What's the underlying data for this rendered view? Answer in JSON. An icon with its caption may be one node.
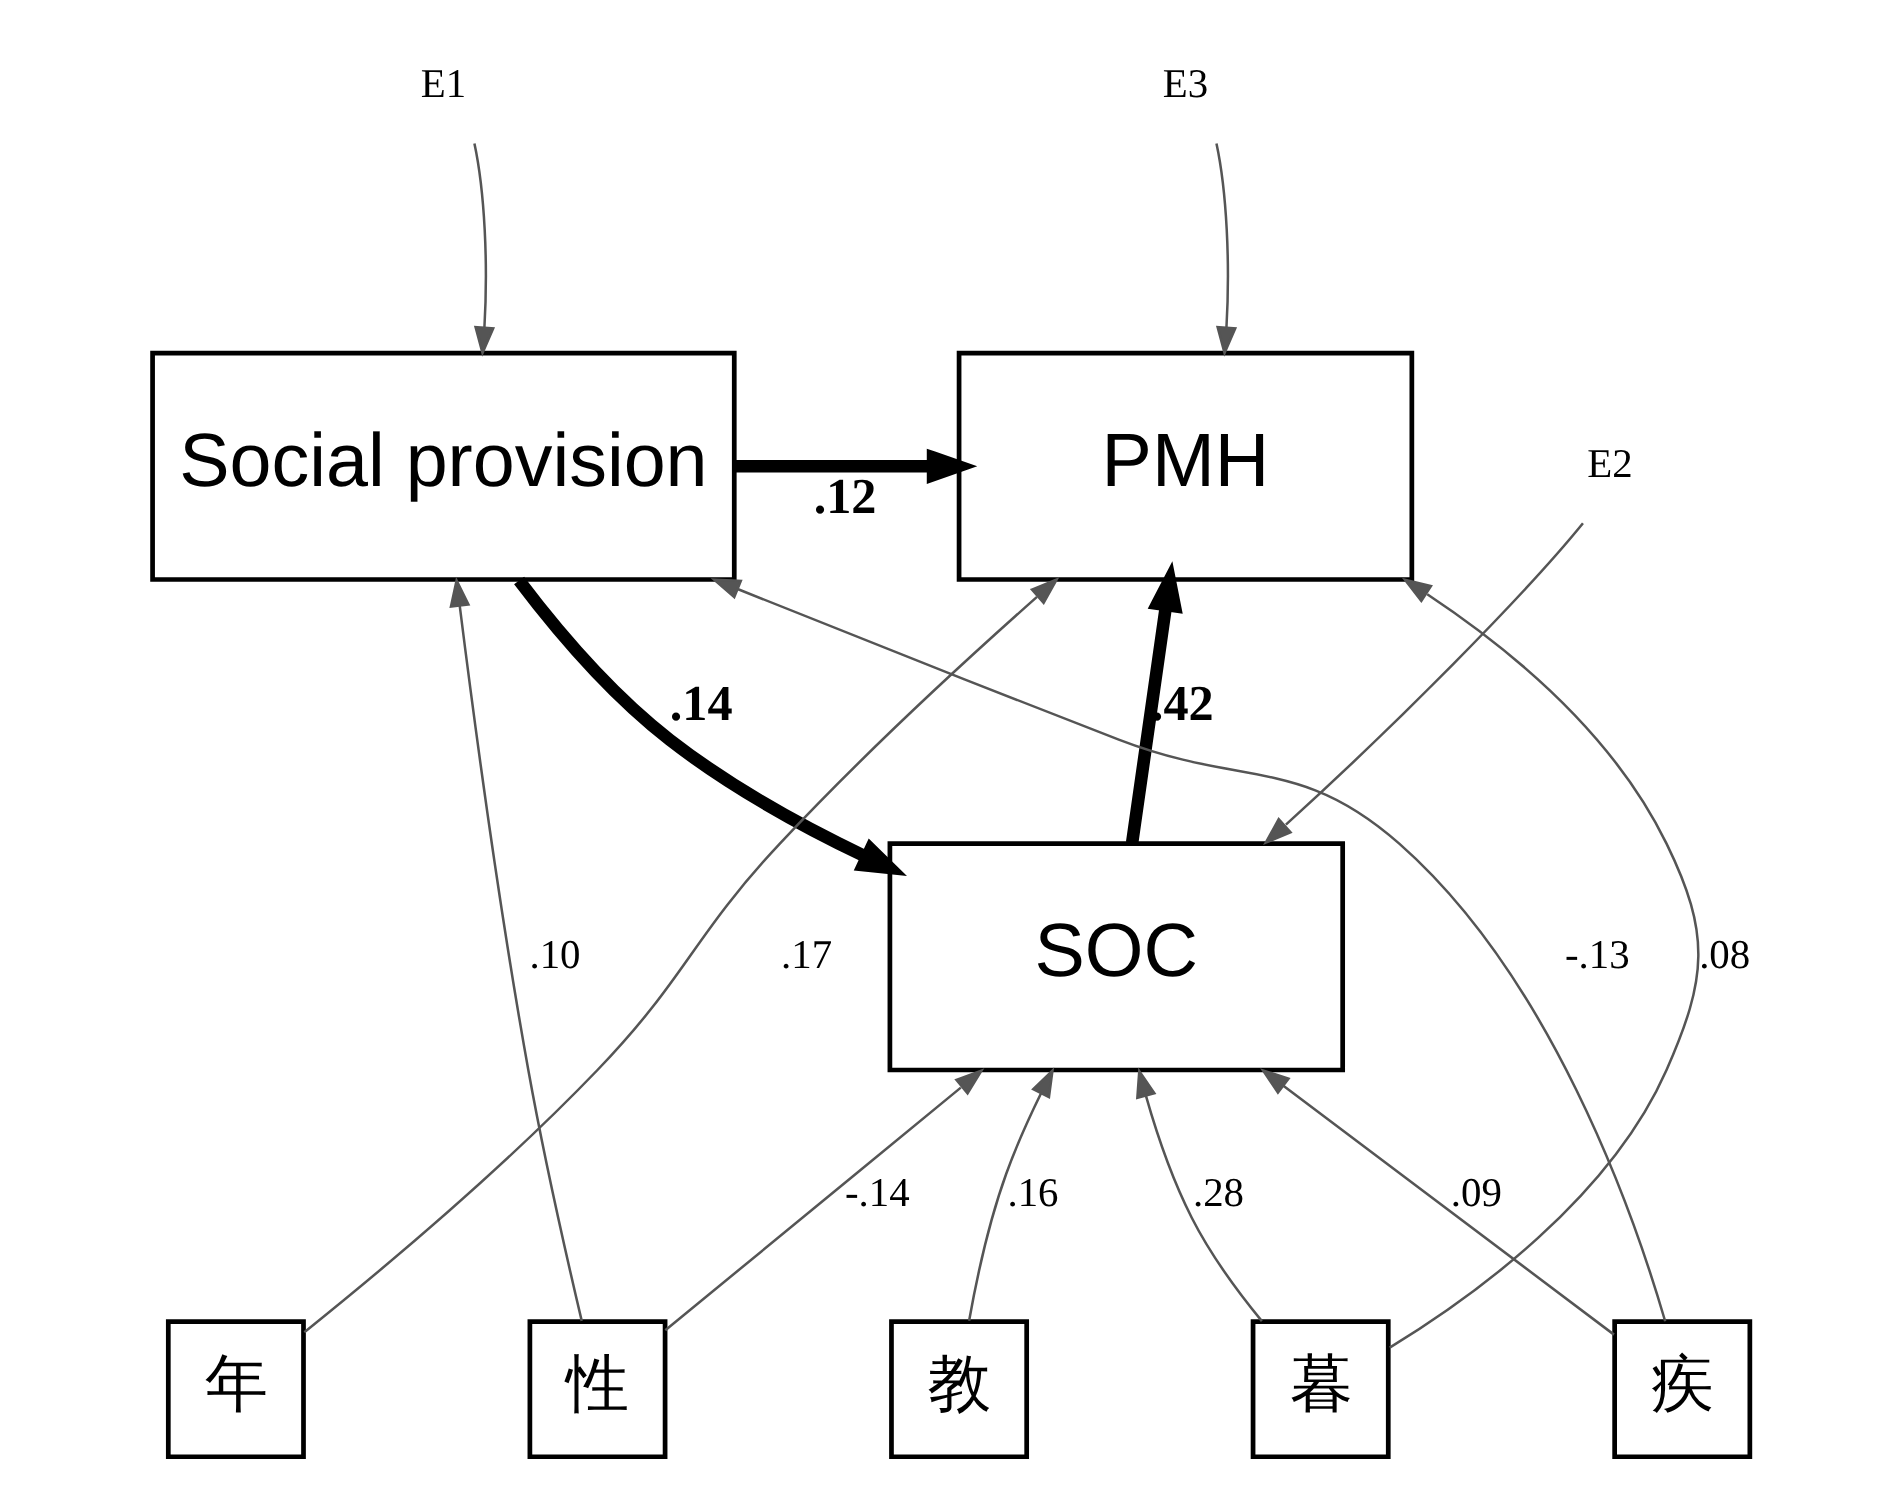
{
  "diagram": {
    "nodes": [
      {
        "text": [
          "E2"
        ]
      },
      {
        "text": [
          "SOC"
        ]
      },
      {
        "text": [
          "E1"
        ]
      },
      {
        "text": [
          "Social provision"
        ]
      },
      {
        "text": [
          "E3"
        ]
      },
      {
        "text": [
          "PMH"
        ]
      },
      {
        "text": [
          "年"
        ]
      },
      {
        "text": [
          "性"
        ]
      },
      {
        "text": [
          "教"
        ]
      },
      {
        "text": [
          "暮"
        ]
      },
      {
        "text": [
          "疾"
        ]
      }
    ],
    "edges": [
      {
        "from": 0,
        "to": 1,
        "arrow": "to"
      },
      {
        "from": 2,
        "to": 3,
        "arrow": "to"
      },
      {
        "from": 4,
        "to": 5,
        "arrow": "to"
      },
      {
        "from": 3,
        "to": 1,
        "arrow": "to",
        "label": ".14",
        "style": "thick"
      },
      {
        "from": 1,
        "to": 5,
        "arrow": "to",
        "label": ".42",
        "style": "thick"
      },
      {
        "from": 3,
        "to": 5,
        "arrow": "to",
        "label": ".12",
        "style": "thick"
      },
      {
        "from": 7,
        "to": 3,
        "arrow": "to",
        "label": ".10"
      },
      {
        "from": 10,
        "to": 3,
        "arrow": "to",
        "label": "-.13"
      },
      {
        "from": 7,
        "to": 1,
        "arrow": "to",
        "label": "-.14"
      },
      {
        "from": 8,
        "to": 1,
        "arrow": "to",
        "label": ".16"
      },
      {
        "from": 9,
        "to": 1,
        "arrow": "to",
        "label": ".28"
      },
      {
        "from": 10,
        "to": 1,
        "arrow": "to",
        "label": ".09"
      },
      {
        "from": 6,
        "to": 5,
        "arrow": "to",
        "label": ".17"
      },
      {
        "from": 9,
        "to": 5,
        "arrow": "to",
        "label": ".08"
      }
    ]
  }
}
